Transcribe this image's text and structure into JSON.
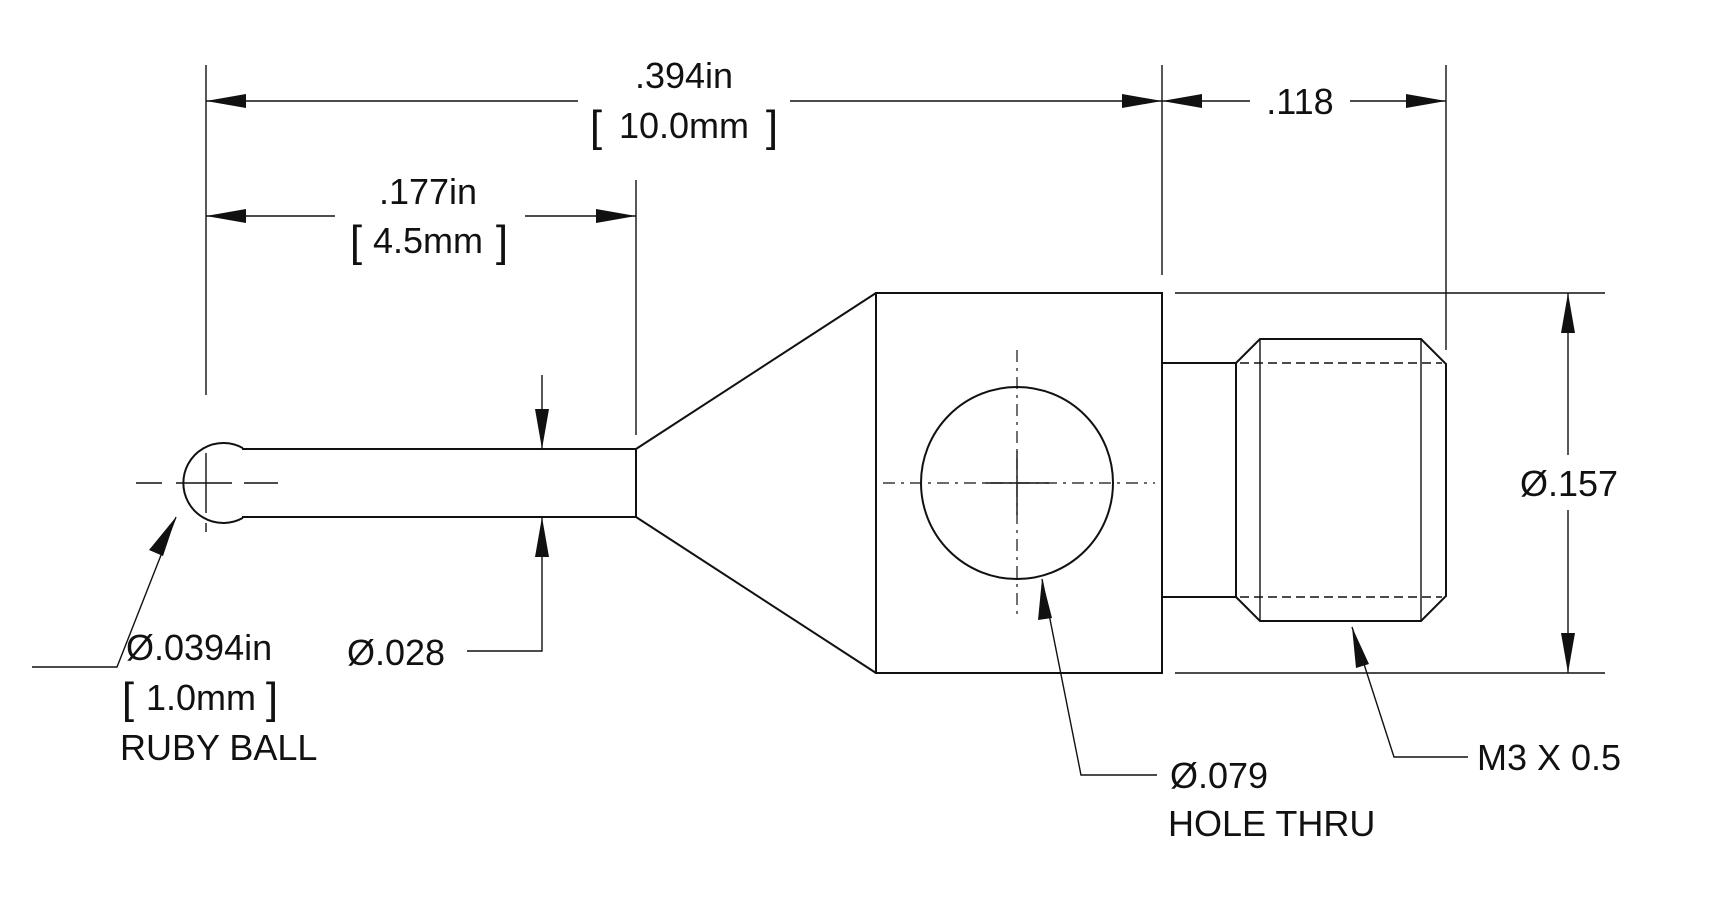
{
  "dimensions": {
    "overall_length_in": ".394in",
    "overall_length_mm": "10.0mm",
    "thread_length": ".118",
    "stem_length_in": ".177in",
    "stem_length_mm": "4.5mm",
    "body_diameter": "Ø.157",
    "stem_diameter": "Ø.028",
    "ball_diameter_in": "Ø.0394in",
    "ball_diameter_mm": "1.0mm",
    "hole_diameter": "Ø.079",
    "thread_spec": "M3 X 0.5"
  },
  "callouts": {
    "ball_label": "RUBY BALL",
    "hole_label": "HOLE THRU"
  }
}
